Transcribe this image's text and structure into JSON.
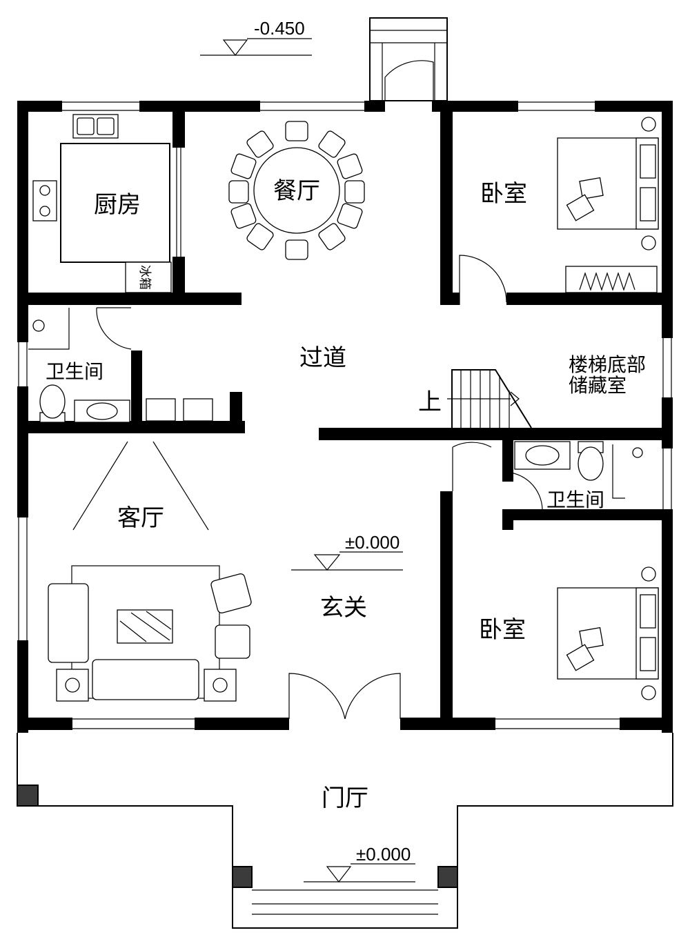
{
  "rooms": {
    "kitchen": "厨房",
    "dining": "餐厅",
    "bedroom_top": "卧室",
    "corridor": "过道",
    "bathroom_left": "卫生间",
    "stair_storage_line1": "楼梯底部",
    "stair_storage_line2": "储藏室",
    "stair_up": "上",
    "living": "客厅",
    "bathroom_right": "卫生间",
    "foyer": "玄关",
    "bedroom_bottom": "卧室",
    "entrance_hall": "门厅"
  },
  "fixtures": {
    "fridge": "冰箱"
  },
  "levels": {
    "top": "-0.450",
    "living": "±0.000",
    "porch": "±0.000"
  },
  "colors": {
    "wall": "#000000",
    "column": "#3b3b3b",
    "background": "#ffffff"
  }
}
